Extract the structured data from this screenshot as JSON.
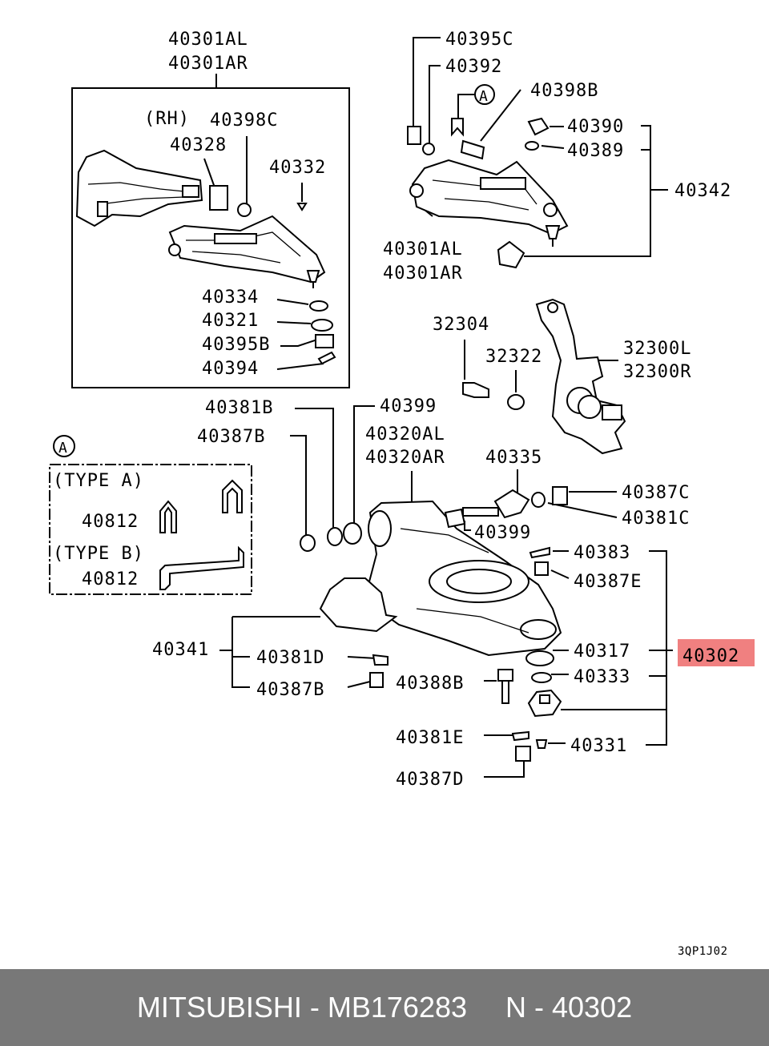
{
  "highlight_color": "#f08080",
  "footer": {
    "part_line": "MITSUBISHI - MB176283",
    "ref_line": "N - 40302"
  },
  "drawing_code": "3QP1J02",
  "callouts": {
    "inset": {
      "pn1": "40301AL",
      "pn2": "40301AR",
      "rh": "(RH)",
      "p40398c": "40398C",
      "p40328": "40328",
      "p40332": "40332",
      "p40334": "40334",
      "p40321": "40321",
      "p40395b": "40395B",
      "p40394": "40394"
    },
    "upper": {
      "p40395c": "40395C",
      "p40392": "40392",
      "markA": "A",
      "p40398b": "40398B",
      "p40390": "40390",
      "p40389": "40389",
      "p40342": "40342",
      "pn1": "40301AL",
      "pn2": "40301AR"
    },
    "knuckle": {
      "p32304": "32304",
      "p32322": "32322",
      "p32300l": "32300L",
      "p32300r": "32300R"
    },
    "type_box": {
      "markA": "A",
      "type_a": "(TYPE A)",
      "p40812a": "40812",
      "type_b": "(TYPE B)",
      "p40812b": "40812"
    },
    "lower": {
      "p40381b": "40381B",
      "p40387b_top": "40387B",
      "p40399_top": "40399",
      "p40320al": "40320AL",
      "p40320ar": "40320AR",
      "p40335": "40335",
      "p40387c": "40387C",
      "p40381c": "40381C",
      "p40399_mid": "40399",
      "p40383": "40383",
      "p40387e": "40387E",
      "p40341": "40341",
      "p40381d": "40381D",
      "p40387b_bot": "40387B",
      "p40388b": "40388B",
      "p40317": "40317",
      "p40302": "40302",
      "p40333": "40333",
      "p40381e": "40381E",
      "p40331": "40331",
      "p40387d": "40387D"
    }
  }
}
